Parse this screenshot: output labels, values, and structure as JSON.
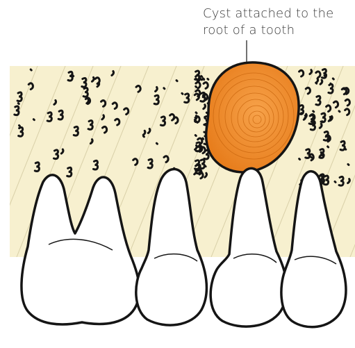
{
  "annotation": {
    "line1": "Cyst attached to the",
    "line2": "root of a tooth"
  },
  "colors": {
    "bone": "#f7f0cf",
    "cyst": "#f08a2a",
    "outline": "#151515",
    "tooth": "#ffffff"
  },
  "icons": {
    "cyst": "cyst-shape",
    "teeth": "tooth-shape"
  }
}
